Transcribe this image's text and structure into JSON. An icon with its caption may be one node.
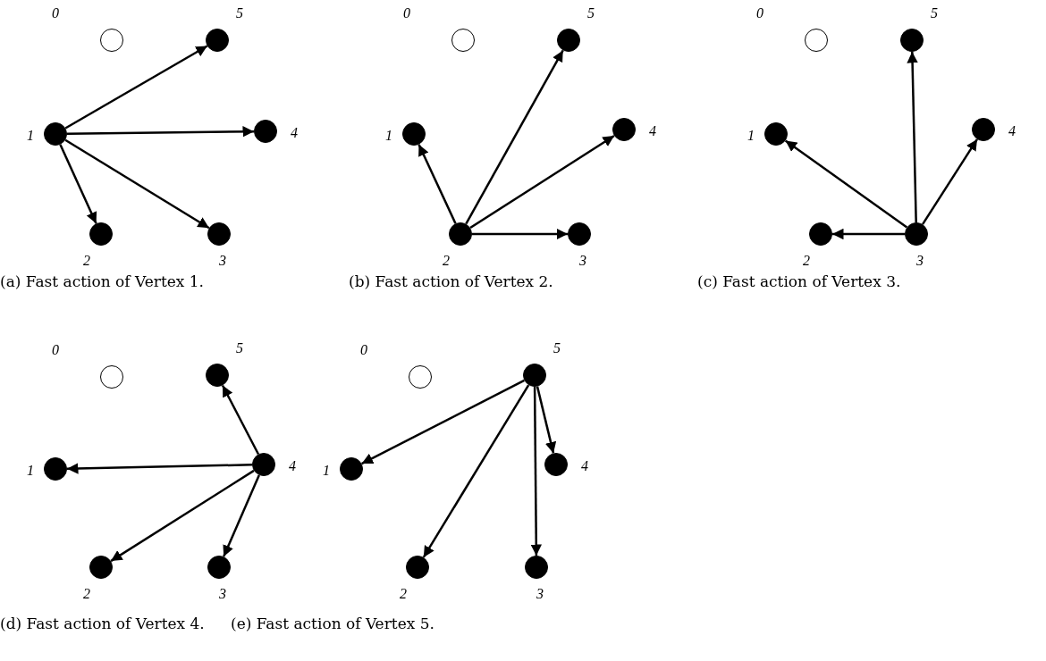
{
  "diagram": {
    "nodes": [
      {
        "text": [],
        "shape": "circle",
        "beside": [
          "0"
        ]
      },
      {
        "text": [],
        "shape": "circle",
        "beside": [
          "1"
        ]
      },
      {
        "text": [],
        "shape": "circle",
        "beside": [
          "2"
        ]
      },
      {
        "text": [],
        "shape": "circle",
        "beside": [
          "3"
        ]
      },
      {
        "text": [],
        "shape": "circle",
        "beside": [
          "4"
        ]
      },
      {
        "text": [],
        "shape": "circle",
        "beside": [
          "5"
        ]
      },
      {
        "text": [],
        "shape": "circle",
        "beside": [
          "0"
        ]
      },
      {
        "text": [],
        "shape": "circle",
        "beside": [
          "1"
        ]
      },
      {
        "text": [],
        "shape": "circle",
        "beside": [
          "2"
        ]
      },
      {
        "text": [],
        "shape": "circle",
        "beside": [
          "3"
        ]
      },
      {
        "text": [],
        "shape": "circle",
        "beside": [
          "4"
        ]
      },
      {
        "text": [],
        "shape": "circle",
        "beside": [
          "5"
        ]
      },
      {
        "text": [],
        "shape": "circle",
        "beside": [
          "0"
        ]
      },
      {
        "text": [],
        "shape": "circle",
        "beside": [
          "1"
        ]
      },
      {
        "text": [],
        "shape": "circle",
        "beside": [
          "2"
        ]
      },
      {
        "text": [],
        "shape": "circle",
        "beside": [
          "3"
        ]
      },
      {
        "text": [],
        "shape": "circle",
        "beside": [
          "4"
        ]
      },
      {
        "text": [],
        "shape": "circle",
        "beside": [
          "5"
        ]
      },
      {
        "text": [],
        "shape": "circle",
        "beside": [
          "0"
        ]
      },
      {
        "text": [],
        "shape": "circle",
        "beside": [
          "1"
        ]
      },
      {
        "text": [],
        "shape": "circle",
        "beside": [
          "2"
        ]
      },
      {
        "text": [],
        "shape": "circle",
        "beside": [
          "3"
        ]
      },
      {
        "text": [],
        "shape": "circle",
        "beside": [
          "4"
        ]
      },
      {
        "text": [],
        "shape": "circle",
        "beside": [
          "5"
        ]
      },
      {
        "text": [],
        "shape": "circle",
        "beside": [
          "0"
        ]
      },
      {
        "text": [],
        "shape": "circle",
        "beside": [
          "1"
        ]
      },
      {
        "text": [],
        "shape": "circle",
        "beside": [
          "2"
        ]
      },
      {
        "text": [],
        "shape": "circle",
        "beside": [
          "3"
        ]
      },
      {
        "text": [],
        "shape": "circle",
        "beside": [
          "4"
        ]
      },
      {
        "text": [],
        "shape": "circle",
        "beside": [
          "5"
        ]
      }
    ],
    "edges": [
      {
        "from": 1,
        "to": 5,
        "arrow": "to"
      },
      {
        "from": 1,
        "to": 4,
        "arrow": "to"
      },
      {
        "from": 1,
        "to": 3,
        "arrow": "to"
      },
      {
        "from": 1,
        "to": 2,
        "arrow": "to"
      },
      {
        "from": 8,
        "to": 7,
        "arrow": "to"
      },
      {
        "from": 8,
        "to": 11,
        "arrow": "to"
      },
      {
        "from": 8,
        "to": 10,
        "arrow": "to"
      },
      {
        "from": 8,
        "to": 9,
        "arrow": "to"
      },
      {
        "from": 15,
        "to": 13,
        "arrow": "to"
      },
      {
        "from": 15,
        "to": 17,
        "arrow": "to"
      },
      {
        "from": 15,
        "to": 16,
        "arrow": "to"
      },
      {
        "from": 15,
        "to": 14,
        "arrow": "to"
      },
      {
        "from": 22,
        "to": 23,
        "arrow": "to"
      },
      {
        "from": 22,
        "to": 19,
        "arrow": "to"
      },
      {
        "from": 22,
        "to": 20,
        "arrow": "to"
      },
      {
        "from": 22,
        "to": 21,
        "arrow": "to"
      },
      {
        "from": 29,
        "to": 25,
        "arrow": "to"
      },
      {
        "from": 29,
        "to": 26,
        "arrow": "to"
      },
      {
        "from": 29,
        "to": 27,
        "arrow": "to"
      },
      {
        "from": 29,
        "to": 28,
        "arrow": "to"
      }
    ],
    "labels": [
      "(a) Fast action of Vertex 1.",
      "(b) Fast action of Vertex 2.",
      "(c) Fast action of Vertex 3.",
      "(d) Fast action of Vertex 4.",
      "(e) Fast action of Vertex 5."
    ]
  }
}
